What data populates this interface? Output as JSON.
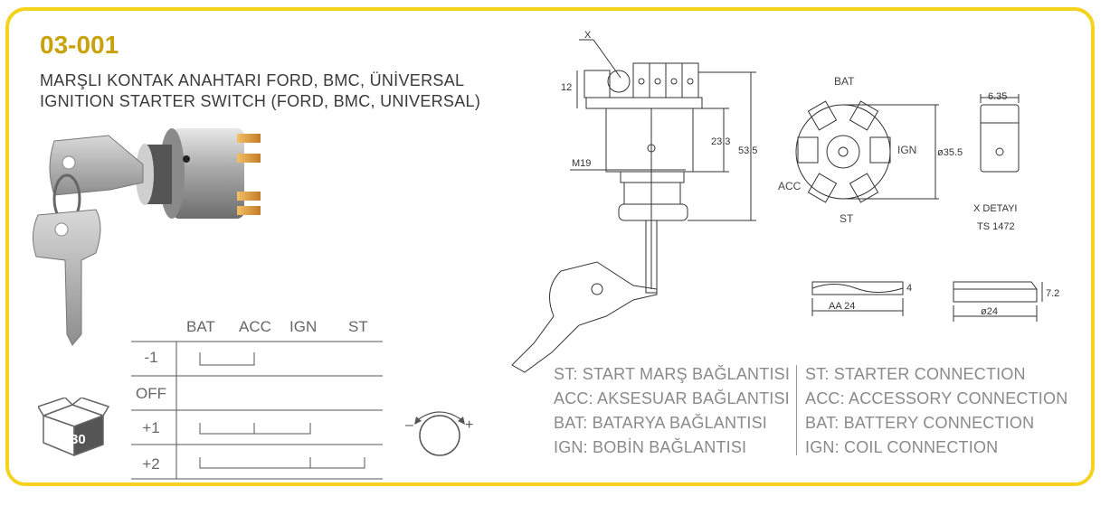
{
  "product": {
    "code": "03-001",
    "title_tr": "MARŞLI KONTAK ANAHTARI FORD, BMC, ÜNİVERSAL",
    "title_en": "IGNITION STARTER SWITCH (FORD, BMC, UNIVERSAL)"
  },
  "switch_table": {
    "columns": [
      "BAT",
      "ACC",
      "IGN",
      "ST"
    ],
    "rows": [
      "-1",
      "OFF",
      "+1",
      "+2"
    ]
  },
  "package": {
    "count": "30"
  },
  "rotation": {
    "minus": "–",
    "plus": "+"
  },
  "drawing": {
    "x_label": "X",
    "dim_12": "12",
    "dim_23_3": "23.3",
    "dim_53_5": "53.5",
    "dim_m19": "M19",
    "rear_bat": "BAT",
    "rear_ign": "IGN",
    "rear_acc": "ACC",
    "rear_st": "ST",
    "dim_35_5": "ø35.5",
    "dim_6_35": "6.35",
    "x_detail": "X DETAYI",
    "ts_code": "TS 1472",
    "dim_aa24": "AA 24",
    "dim_4": "4",
    "dim_7_2": "7.2",
    "dim_24": "ø24"
  },
  "legend": {
    "tr": [
      "ST: START MARŞ BAĞLANTISI",
      "ACC: AKSESUAR BAĞLANTISI",
      "BAT: BATARYA BAĞLANTISI",
      "IGN: BOBİN BAĞLANTISI"
    ],
    "en": [
      "ST: STARTER CONNECTION",
      "ACC: ACCESSORY CONNECTION",
      "BAT: BATTERY CONNECTION",
      "IGN: COIL CONNECTION"
    ]
  }
}
